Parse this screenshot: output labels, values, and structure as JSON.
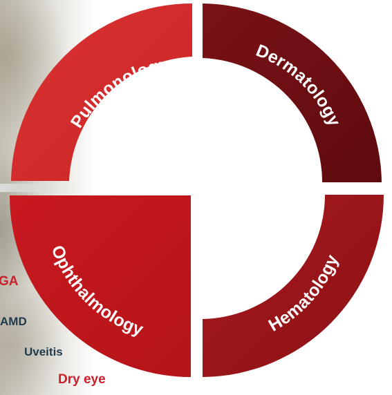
{
  "segments": {
    "pulmonology": {
      "label": "Pulmonology",
      "color": "#d42b2b"
    },
    "dermatology": {
      "label": "Dermatology",
      "color": "#6b0e12"
    },
    "ophthalmology": {
      "label": "Ophthalmology",
      "color": "#c0181d"
    },
    "hematology": {
      "label": "Hematology",
      "color": "#9a1518"
    }
  },
  "side_items": {
    "ga": "GA",
    "amd": "AMD",
    "uveitis": "Uveitis",
    "dry_eye": "Dry eye"
  }
}
